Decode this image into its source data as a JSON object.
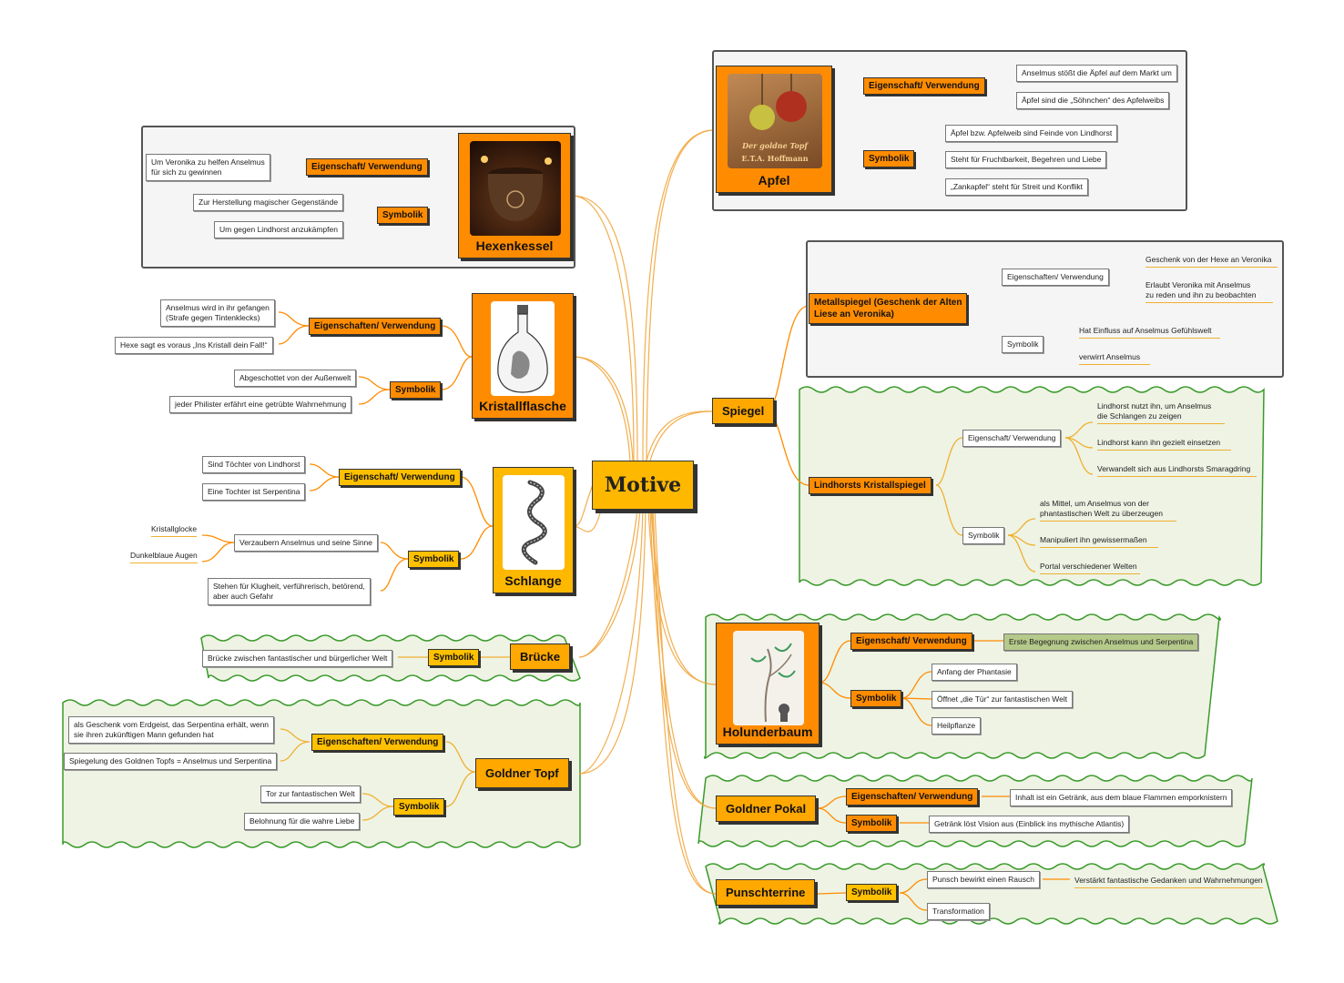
{
  "center": {
    "title": "Motive"
  },
  "labels": {
    "eigenschaft": "Eigenschaft/ Verwendung",
    "eigenschaften": "Eigenschaften/ Verwendung",
    "symbolik": "Symbolik"
  },
  "apfel": {
    "title": "Apfel",
    "book_title": "Der goldne Topf",
    "book_author": "E.T.A. Hoffmann",
    "eigenschaft": [
      "Anselmus stößt die Äpfel auf dem Markt um",
      "Äpfel sind die „Söhnchen“ des Apfelweibs"
    ],
    "symbolik": [
      "Äpfel bzw. Apfelweib sind Feinde von Lindhorst",
      "Steht für Fruchtbarkeit, Begehren und Liebe",
      "„Zankapfel“ steht für Streit und Konflikt"
    ]
  },
  "hexenkessel": {
    "title": "Hexenkessel",
    "eigenschaft": [
      "Um Veronika zu helfen Anselmus",
      "für sich zu gewinnen"
    ],
    "symbolik": [
      "Zur Herstellung magischer Gegenstände",
      "Um gegen Lindhorst anzukämpfen"
    ]
  },
  "kristallflasche": {
    "title": "Kristallflasche",
    "eigenschaften": [
      "Anselmus wird in ihr gefangen",
      "(Strafe gegen Tintenklecks)",
      "Hexe sagt es voraus „Ins Kristall dein Fall!“"
    ],
    "symbolik": [
      "Abgeschottet von der Außenwelt",
      "jeder Philister erfährt eine getrübte Wahrnehmung"
    ]
  },
  "schlange": {
    "title": "Schlange",
    "eigenschaft": [
      "Sind Töchter von Lindhorst",
      "Eine Tochter ist Serpentina"
    ],
    "symbolik": [
      "Verzaubern Anselmus und seine Sinne",
      "Kristallglocke",
      "Dunkelblaue Augen",
      "Stehen für Klugheit, verführerisch, betörend,",
      "aber auch Gefahr"
    ]
  },
  "bruecke": {
    "title": "Brücke",
    "symbolik": [
      "Brücke zwischen fantastischer und bürgerlicher Welt"
    ]
  },
  "goldner_topf": {
    "title": "Goldner Topf",
    "eigenschaften": [
      "als Geschenk vom Erdgeist, das Serpentina erhält, wenn",
      "sie ihren zukünftigen Mann gefunden hat",
      "Spiegelung des Goldnen Topfs = Anselmus und Serpentina"
    ],
    "symbolik": [
      "Tor zur fantastischen Welt",
      "Belohnung für die wahre Liebe"
    ]
  },
  "spiegel": {
    "title": "Spiegel",
    "metall": {
      "title_1": "Metallspiegel (Geschenk der Alten",
      "title_2": "Liese an Veronika)",
      "eigenschaften_label": "Eigenschaften/ Verwendung",
      "symbolik_label": "Symbolik",
      "eigenschaften": [
        "Geschenk von der Hexe an Veronika",
        "Erlaubt Veronika mit Anselmus",
        "zu reden und ihn zu beobachten"
      ],
      "symbolik": [
        "Hat Einfluss auf Anselmus Gefühlswelt",
        "verwirrt Anselmus"
      ]
    },
    "kristall": {
      "title": "Lindhorsts Kristallspiegel",
      "eigenschaft_label": "Eigenschaft/ Verwendung",
      "symbolik_label": "Symbolik",
      "eigenschaft": [
        "Lindhorst nutzt ihn, um Anselmus",
        "die Schlangen zu zeigen",
        "Lindhorst kann ihn gezielt einsetzen",
        "Verwandelt sich aus Lindhorsts Smaragdring"
      ],
      "symbolik": [
        "als Mittel, um Anselmus von der",
        "phantastischen Welt zu überzeugen",
        "Manipuliert ihn gewissermaßen",
        "Portal verschiedener Welten"
      ]
    }
  },
  "holunderbaum": {
    "title": "Holunderbaum",
    "eigenschaft": [
      "Erste Begegnung zwischen Anselmus und Serpentina"
    ],
    "symbolik": [
      "Anfang der Phantasie",
      "Öffnet „die Tür“ zur fantastischen Welt",
      "Heilpflanze"
    ]
  },
  "goldner_pokal": {
    "title": "Goldner Pokal",
    "eigenschaften": [
      "Inhalt ist ein Getränk, aus dem blaue Flammen emporknistern"
    ],
    "symbolik": [
      "Getränk löst Vision aus (Einblick ins mythische Atlantis)"
    ]
  },
  "punschterrine": {
    "title": "Punschterrine",
    "symbolik": [
      "Punsch bewirkt einen Rausch",
      "Verstärkt fantastische Gedanken und Wahrnehmungen",
      "Transformation"
    ]
  },
  "colors": {
    "orange": "#ff8c00",
    "yellow": "#ffb800",
    "green_frame": "#3a9a2a",
    "green_bg": "#eef3e4",
    "highlight": "#b5c98a"
  }
}
